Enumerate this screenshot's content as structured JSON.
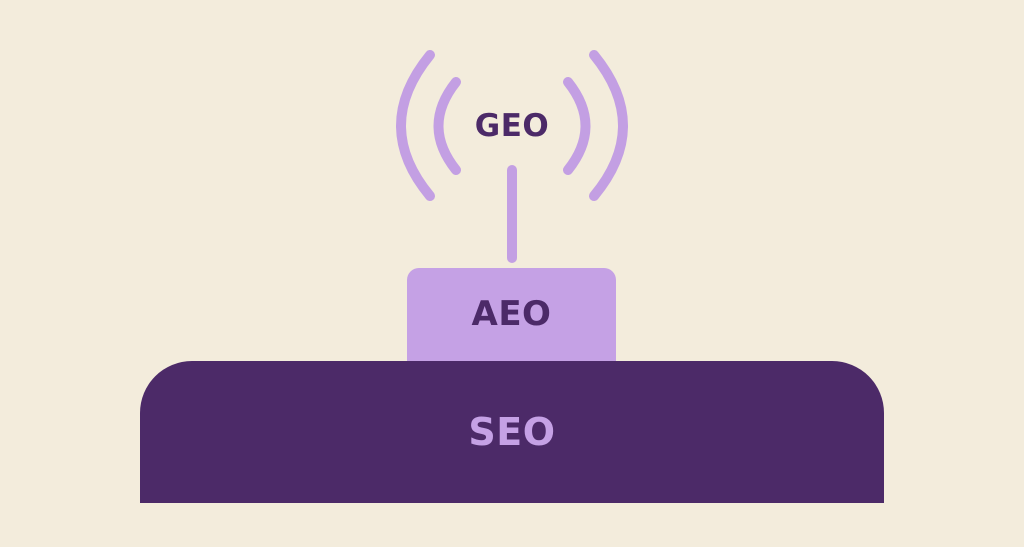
{
  "colors": {
    "background": "#f3ecdc",
    "light_purple": "#c5a1e5",
    "dark_purple": "#4c2a68",
    "signal_stroke": "#c39fe3"
  },
  "diagram": {
    "top_label": "GEO",
    "middle_label": "AEO",
    "base_label": "SEO",
    "top_icon": "signal-waves-icon"
  }
}
